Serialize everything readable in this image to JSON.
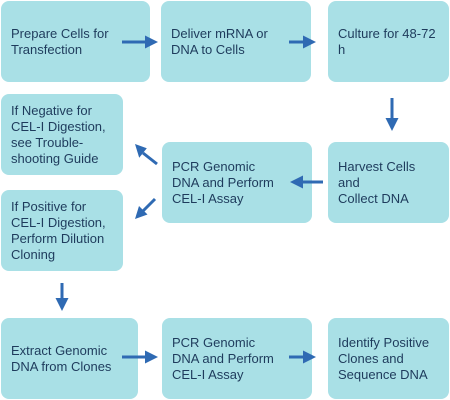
{
  "colors": {
    "box_fill": "#a9e0e6",
    "text": "#1e3b5c",
    "arrow": "#2f6ab3",
    "background": "#ffffff"
  },
  "steps": [
    {
      "id": "prepare-cells",
      "label": "Prepare Cells for\nTransfection"
    },
    {
      "id": "deliver-mrna",
      "label": "Deliver mRNA or\nDNA to Cells"
    },
    {
      "id": "culture",
      "label": "Culture for 48-72 h"
    },
    {
      "id": "harvest-cells",
      "label": "Harvest Cells and\nCollect DNA"
    },
    {
      "id": "pcr-cel1-first",
      "label": "PCR Genomic\nDNA and Perform\nCEL-I Assay"
    },
    {
      "id": "if-negative",
      "label": "If Negative for\nCEL-I Digestion,\nsee Trouble-\nshooting Guide"
    },
    {
      "id": "if-positive",
      "label": "If Positive for\nCEL-I Digestion,\nPerform Dilution\nCloning"
    },
    {
      "id": "extract-dna",
      "label": "Extract Genomic\nDNA from Clones"
    },
    {
      "id": "pcr-cel1-second",
      "label": "PCR Genomic\nDNA and Perform\nCEL-I Assay"
    },
    {
      "id": "identify-clones",
      "label": "Identify Positive\nClones and\nSequence DNA"
    }
  ]
}
